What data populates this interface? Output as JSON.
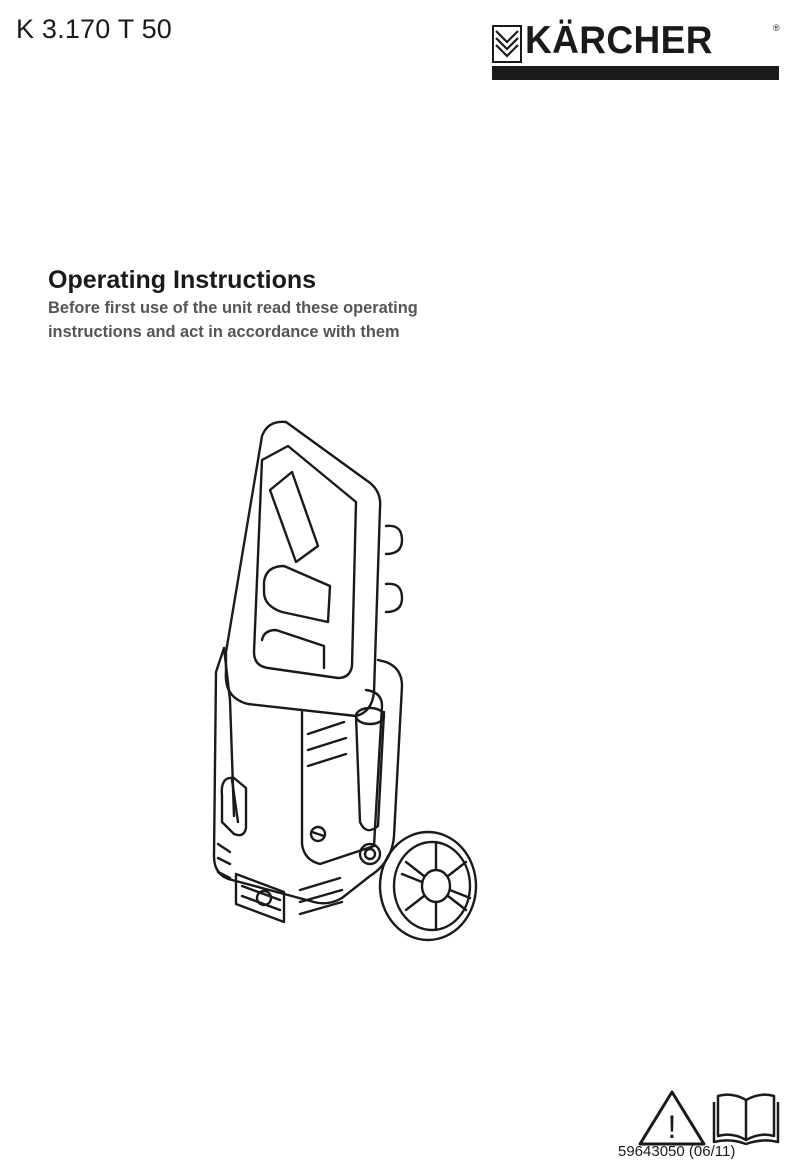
{
  "header": {
    "model": "K 3.170 T 50",
    "brand_logo": "KÄRCHER",
    "registered_mark": "®"
  },
  "main": {
    "title": "Operating Instructions",
    "subtitle": "Before first use of the unit read these operating instructions and act in accordance with them",
    "illustration": "pressure-washer-drawing"
  },
  "footer": {
    "icons": [
      "warning-triangle-icon",
      "open-book-icon"
    ],
    "warning_symbol": "!",
    "document_number": "59643050 (06/11)"
  }
}
